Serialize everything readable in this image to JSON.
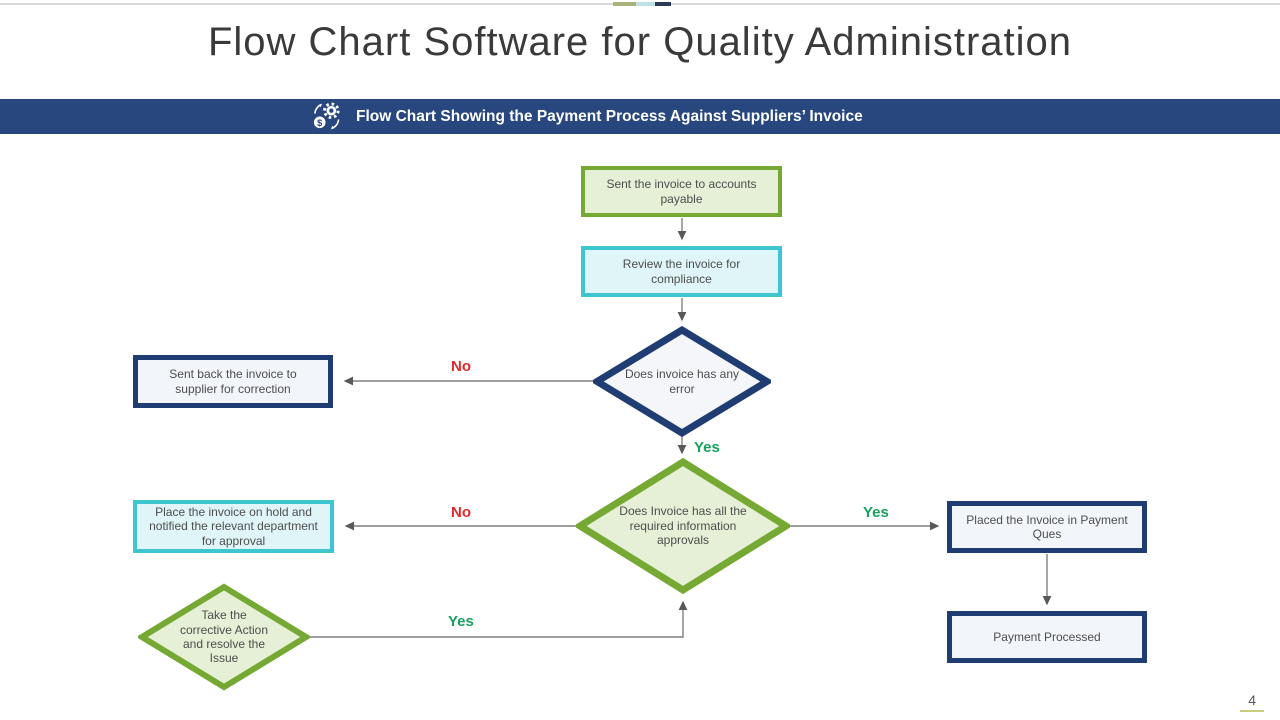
{
  "slide": {
    "title": "Flow Chart Software for Quality Administration",
    "banner": {
      "icon": "money-gear-icon",
      "text": "Flow Chart Showing the Payment Process Against Suppliers’ Invoice"
    },
    "page_number": "4"
  },
  "flowchart": {
    "nodes": {
      "sent_invoice": {
        "type": "process",
        "style": "green",
        "text": "Sent the invoice to accounts payable"
      },
      "review_invoice": {
        "type": "process",
        "style": "cyan",
        "text": "Review the invoice for compliance"
      },
      "error_decision": {
        "type": "decision",
        "style": "navy",
        "text": "Does invoice has any error"
      },
      "sent_back": {
        "type": "process",
        "style": "navy",
        "text": "Sent back the invoice to supplier for correction"
      },
      "approvals_decision": {
        "type": "decision",
        "style": "green",
        "text": "Does Invoice has all the required information approvals"
      },
      "place_hold": {
        "type": "process",
        "style": "cyan",
        "text": "Place the invoice on hold and notified the relevant department for approval"
      },
      "payment_queue": {
        "type": "process",
        "style": "navy",
        "text": "Placed the Invoice in Payment Ques"
      },
      "payment_processed": {
        "type": "process",
        "style": "navy",
        "text": "Payment Processed"
      },
      "corrective_action": {
        "type": "decision",
        "style": "green",
        "text": "Take the corrective Action and resolve the Issue"
      }
    },
    "labels": {
      "error_no": "No",
      "error_yes": "Yes",
      "approvals_no": "No",
      "approvals_yes": "Yes",
      "corrective_yes": "Yes"
    },
    "colors": {
      "accent_green": "#76a933",
      "accent_green_fill": "#e5f0d6",
      "accent_cyan": "#3ec6d0",
      "accent_cyan_fill": "#dff5f7",
      "navy": "#1f3c73",
      "navy_fill": "#f2f5fa",
      "banner_bg": "#27477e",
      "yes_green": "#17a15f",
      "no_red": "#e02a2a",
      "connector_gray": "#7f7f7f"
    }
  }
}
